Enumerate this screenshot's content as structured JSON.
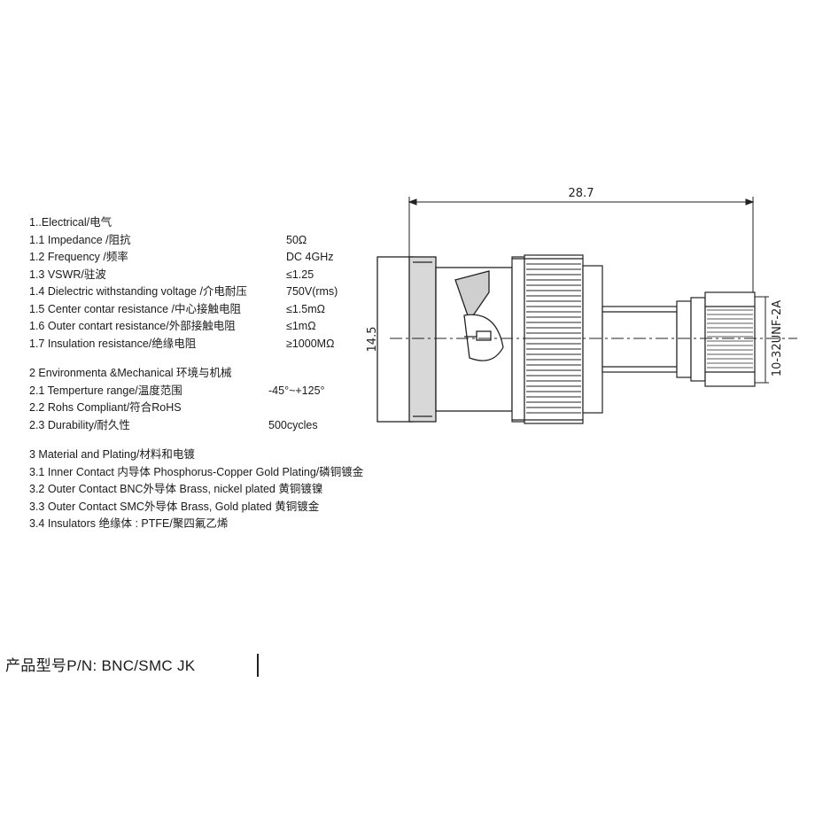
{
  "specs": {
    "electrical": {
      "header": "1..Electrical/电气",
      "rows": [
        {
          "label": "1.1 Impedance  /阻抗",
          "value": "50Ω"
        },
        {
          "label": "1.2 Frequency /频率",
          "value": "DC 4GHz"
        },
        {
          "label": "1.3 VSWR/驻波",
          "value": "≤1.25"
        },
        {
          "label": "1.4 Dielectric withstanding voltage /介电耐压",
          "value": "750V(rms)"
        },
        {
          "label": "1.5 Center contar resistance /中心接触电阻",
          "value": "≤1.5mΩ"
        },
        {
          "label": "1.6 Outer contart resistance/外部接触电阻",
          "value": "≤1mΩ"
        },
        {
          "label": "1.7 Insulation  resistance/绝缘电阻",
          "value": "≥1000MΩ"
        }
      ]
    },
    "environmental": {
      "header": "2 Environmenta &Mechanical 环境与机械",
      "rows": [
        {
          "label": "2.1 Temperture range/温度范围",
          "value": "-45°~+125°"
        },
        {
          "label": "2.2 Rohs Compliant/符合RoHS",
          "value": ""
        },
        {
          "label": "2.3 Durability/耐久性",
          "value": "500cycles"
        }
      ]
    },
    "material": {
      "header": "3 Material and Plating/材料和电镀",
      "rows": [
        {
          "label": "3.1 Inner Contact 内导体  Phosphorus-Copper Gold Plating/磷铜镀金"
        },
        {
          "label": "3.2 Outer Contact BNC外导体 Brass, nickel plated 黄铜镀镍"
        },
        {
          "label": "3.3 Outer Contact SMC外导体 Brass, Gold plated 黄铜镀金"
        },
        {
          "label": "3.4 Insulators 绝缘体 : PTFE/聚四氟乙烯"
        }
      ]
    }
  },
  "drawing": {
    "dim_length": "28.7",
    "dim_diameter": "14.5",
    "dim_thread": "10-32UNF-2A"
  },
  "part_number": {
    "label": "产品型号P/N:  BNC/SMC JK"
  }
}
